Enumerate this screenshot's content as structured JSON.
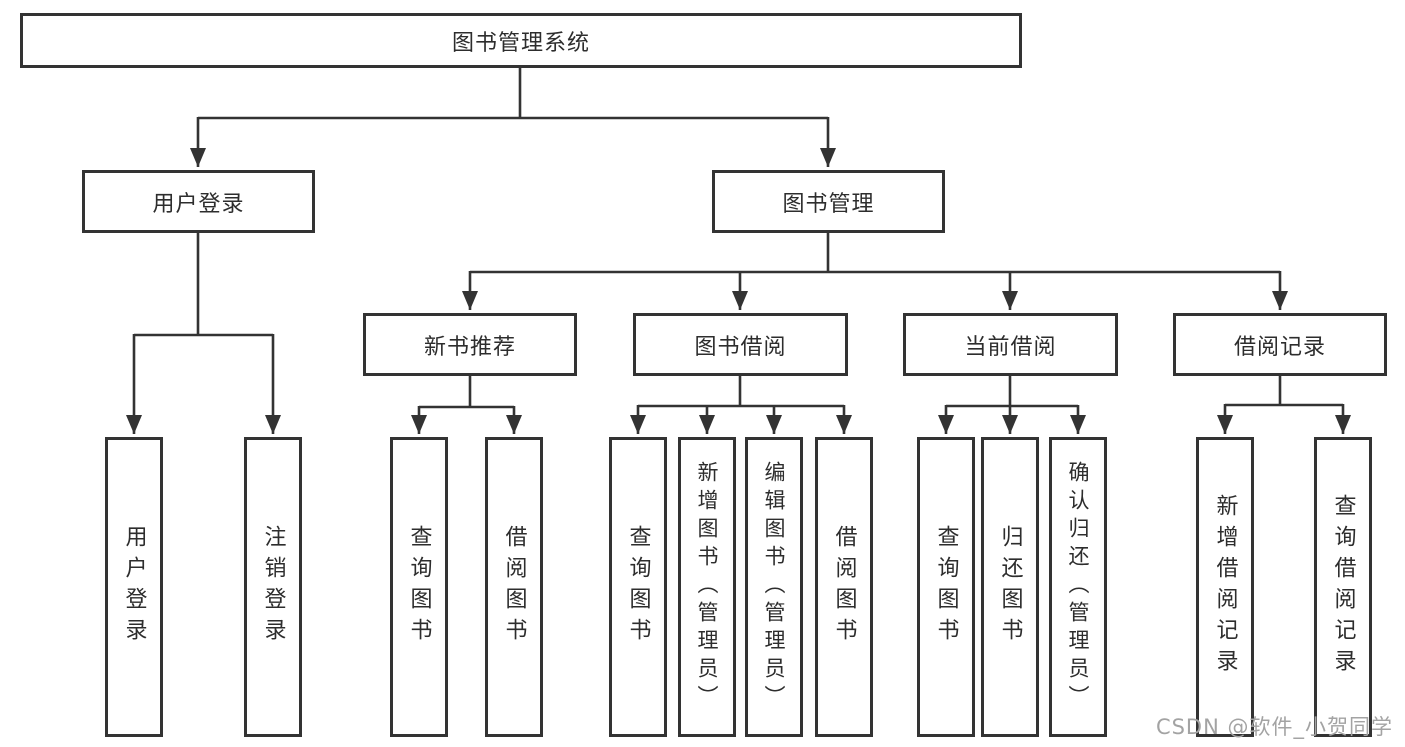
{
  "diagram": {
    "root": {
      "label": "图书管理系统"
    },
    "level2": [
      {
        "label": "用户登录"
      },
      {
        "label": "图书管理"
      }
    ],
    "level3": [
      {
        "label": "新书推荐",
        "parent": "图书管理"
      },
      {
        "label": "图书借阅",
        "parent": "图书管理"
      },
      {
        "label": "当前借阅",
        "parent": "图书管理"
      },
      {
        "label": "借阅记录",
        "parent": "图书管理"
      }
    ],
    "leaves": [
      {
        "label": "用户登录",
        "parent": "用户登录"
      },
      {
        "label": "注销登录",
        "parent": "用户登录"
      },
      {
        "label": "查询图书",
        "parent": "新书推荐"
      },
      {
        "label": "借阅图书",
        "parent": "新书推荐"
      },
      {
        "label": "查询图书",
        "parent": "图书借阅"
      },
      {
        "label": "新增图书（管理员）",
        "parent": "图书借阅"
      },
      {
        "label": "编辑图书（管理员）",
        "parent": "图书借阅"
      },
      {
        "label": "借阅图书",
        "parent": "图书借阅"
      },
      {
        "label": "查询图书",
        "parent": "当前借阅"
      },
      {
        "label": "归还图书",
        "parent": "当前借阅"
      },
      {
        "label": "确认归还（管理员）",
        "parent": "当前借阅"
      },
      {
        "label": "新增借阅记录",
        "parent": "借阅记录"
      },
      {
        "label": "查询借阅记录",
        "parent": "借阅记录"
      }
    ],
    "colors": {
      "line": "#333333",
      "box_border": "#333333",
      "text": "#2d2d2d",
      "background": "#ffffff",
      "watermark": "#a3a3a3"
    }
  },
  "watermark": {
    "text": "CSDN @软件_小贺同学"
  }
}
